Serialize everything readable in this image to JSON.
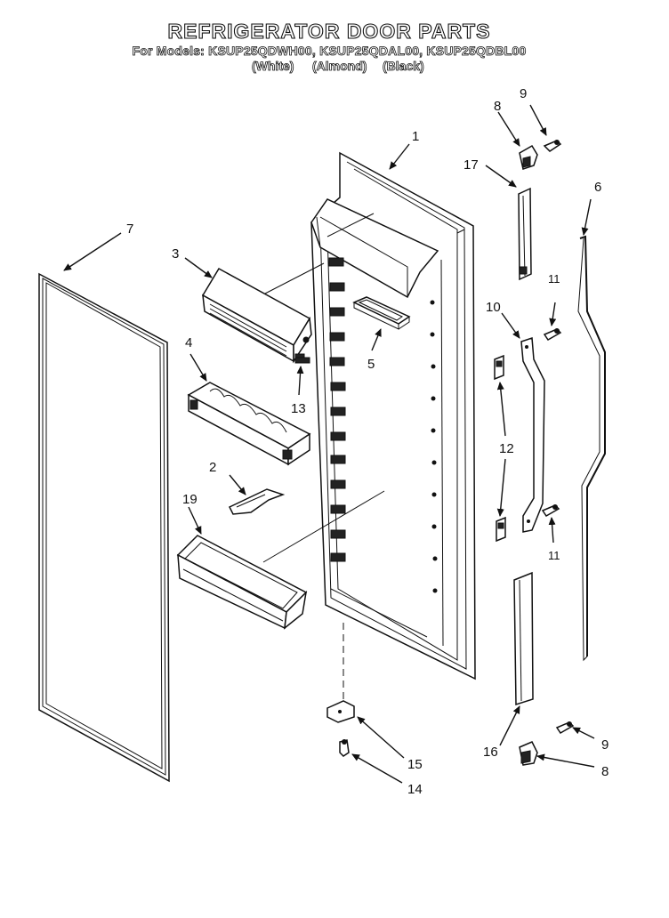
{
  "header": {
    "title": "REFRIGERATOR DOOR PARTS",
    "models": "For Models: KSUP25QDWH00, KSUP25QDAL00, KSUP25QDBL00",
    "color_white": "(White)",
    "color_almond": "(Almond)",
    "color_black": "(Black)"
  },
  "callouts": {
    "c1": "1",
    "c2": "2",
    "c3": "3",
    "c4": "4",
    "c5": "5",
    "c6": "6",
    "c7": "7",
    "c8a": "8",
    "c8b": "8",
    "c9a": "9",
    "c9b": "9",
    "c10": "10",
    "c11a": "11",
    "c11b": "11",
    "c12": "12",
    "c13": "13",
    "c14": "14",
    "c15": "15",
    "c16": "16",
    "c17": "17",
    "c19": "19"
  }
}
